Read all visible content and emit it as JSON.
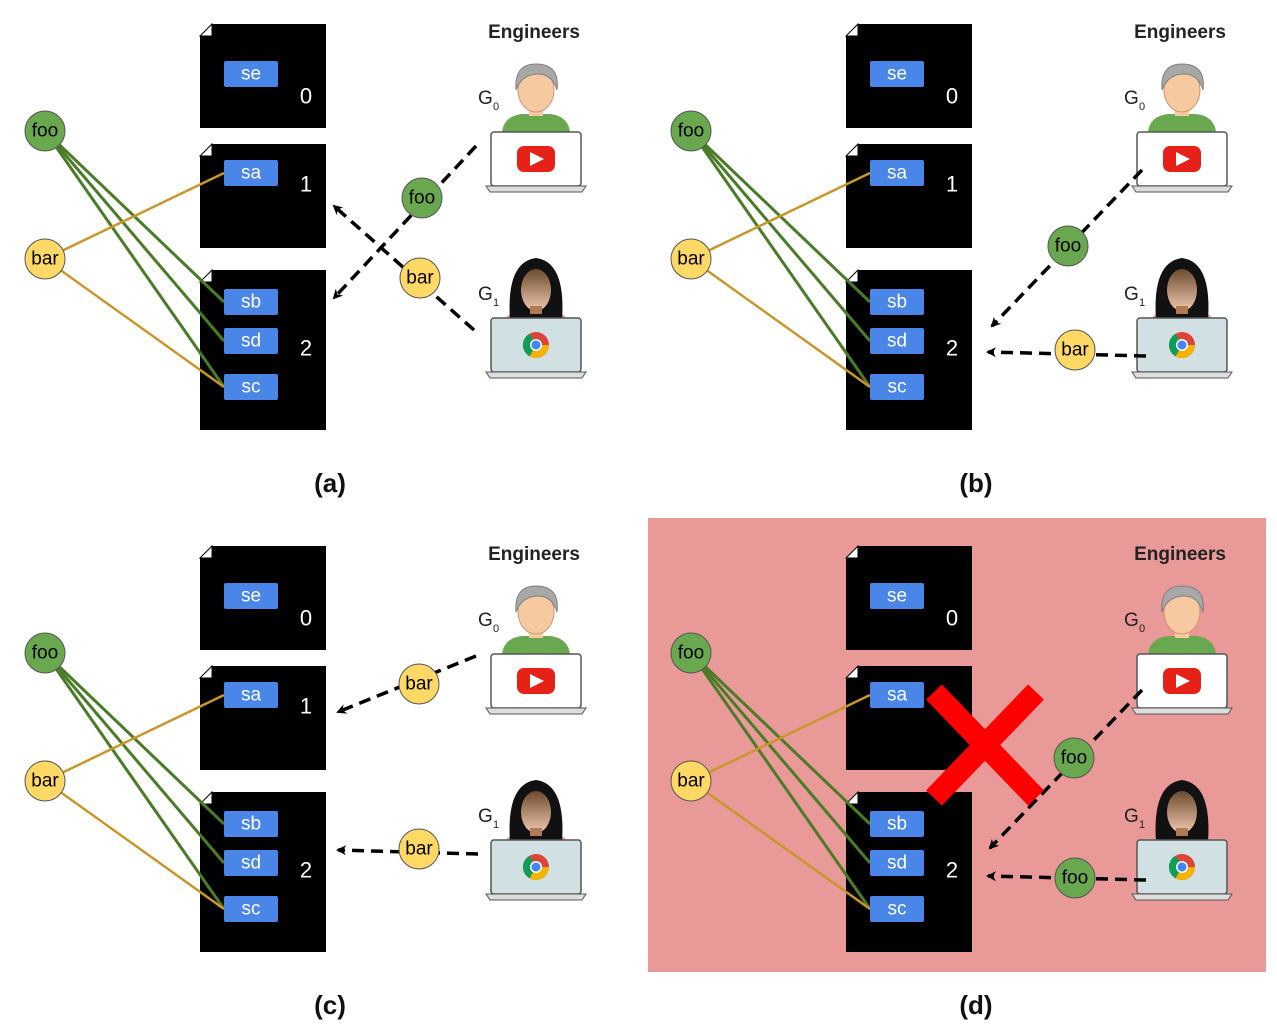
{
  "engineers_label": "Engineers",
  "engineer_names": [
    "G",
    "G"
  ],
  "engineer_subscripts": [
    "0",
    "1"
  ],
  "tag_foo": "foo",
  "tag_bar": "bar",
  "chips": {
    "se": "se",
    "sa": "sa",
    "sb": "sb",
    "sd": "sd",
    "sc": "sc"
  },
  "doc_numbers": [
    "0",
    "1",
    "2"
  ],
  "panels": [
    {
      "caption": "(a)",
      "g0_tag": "foo",
      "g1_tag": "bar",
      "g0_target": "2",
      "g1_target": "1",
      "failed": false
    },
    {
      "caption": "(b)",
      "g0_tag": "foo",
      "g1_tag": "bar",
      "g0_target": "2",
      "g1_target": "2",
      "failed": false
    },
    {
      "caption": "(c)",
      "g0_tag": "bar",
      "g1_tag": "bar",
      "g0_target": "1",
      "g1_target": "2",
      "failed": false
    },
    {
      "caption": "(d)",
      "g0_tag": "foo",
      "g1_tag": "foo",
      "g0_target": "2",
      "g1_target": "2",
      "failed": true,
      "failed_doc": "1"
    }
  ],
  "colors": {
    "foo": "#6aa84f",
    "bar": "#ffd966",
    "chip": "#4a86e8",
    "doc": "#000000",
    "failure_bg": "#ea9999",
    "x_mark": "#ff0000",
    "foo_edge": "#4a7c28",
    "bar_edge": "#c8962a"
  },
  "icons": [
    "document-icon",
    "person-gray-hair-icon",
    "person-dark-hair-icon",
    "youtube-laptop-icon",
    "chrome-laptop-icon",
    "x-mark-icon"
  ]
}
